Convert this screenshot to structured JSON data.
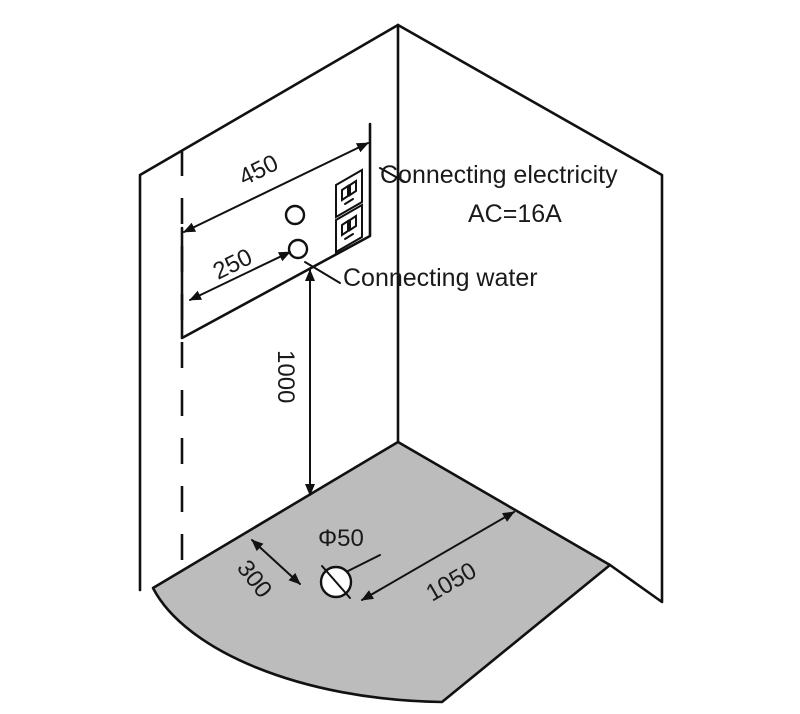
{
  "labels": {
    "electricity_line1": "Connecting electricity",
    "electricity_line2": "AC=16A",
    "water": "Connecting water"
  },
  "dimensions": {
    "wall_width": "450",
    "water_offset": "250",
    "water_height": "1000",
    "drain_diameter": "Φ50",
    "drain_offset": "300",
    "floor_depth": "1050"
  },
  "colors": {
    "floor": "#bcbcbc",
    "lines": "#111111",
    "background": "#ffffff"
  }
}
